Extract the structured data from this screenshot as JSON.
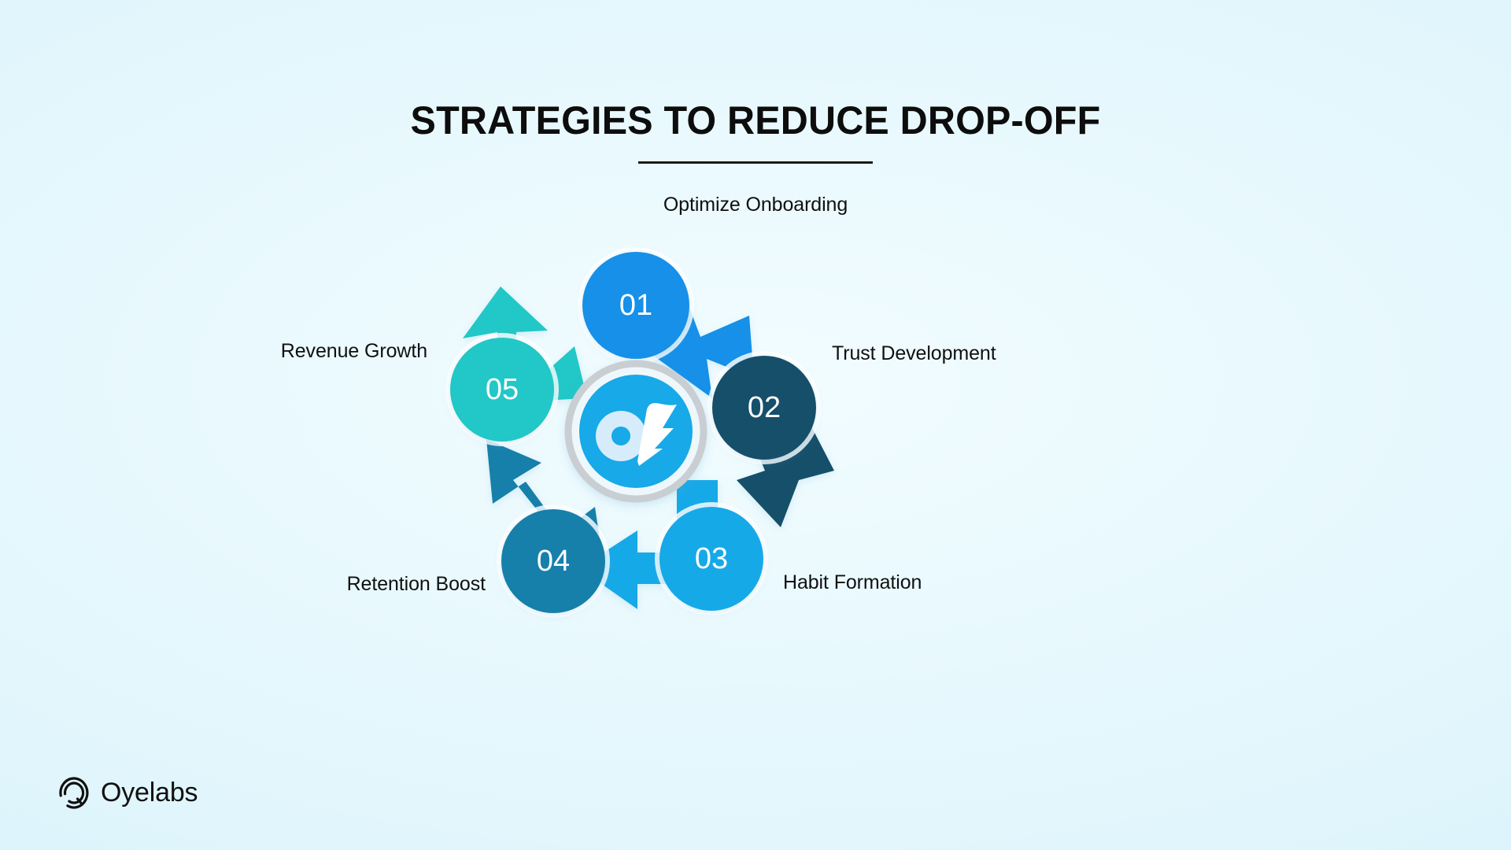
{
  "page": {
    "title": "STRATEGIES TO REDUCE DROP-OFF",
    "background_from": "#f2fcff",
    "background_to": "#d6f1fb"
  },
  "brand": {
    "name": "Oyelabs",
    "mark_icon": "oyelabs-ring-icon",
    "color": "#111111"
  },
  "center": {
    "logo_icon": "oyelabs-of-rocket-icon",
    "ring_color": "#c9ced2",
    "disc_color": "#17a9e8",
    "glyph_light": "#d7ecfa",
    "glyph_white": "#ffffff"
  },
  "chart_data": {
    "type": "cycle-diagram",
    "title": "STRATEGIES TO REDUCE DROP-OFF",
    "step_count": 5,
    "direction": "clockwise",
    "steps": [
      {
        "number": "01",
        "label": "Optimize Onboarding",
        "color": "#1890e8",
        "angle_deg": 270,
        "label_position": "top"
      },
      {
        "number": "02",
        "label": "Trust Development",
        "color": "#12506b",
        "angle_deg": 342,
        "label_position": "right"
      },
      {
        "number": "03",
        "label": "Habit Formation",
        "color": "#17a9e8",
        "angle_deg": 54,
        "label_position": "bottom-right"
      },
      {
        "number": "04",
        "label": "Retention Boost",
        "color": "#1580ab",
        "angle_deg": 126,
        "label_position": "bottom-left"
      },
      {
        "number": "05",
        "label": "Revenue Growth",
        "color": "#22c7c7",
        "angle_deg": 198,
        "label_position": "left"
      }
    ]
  }
}
